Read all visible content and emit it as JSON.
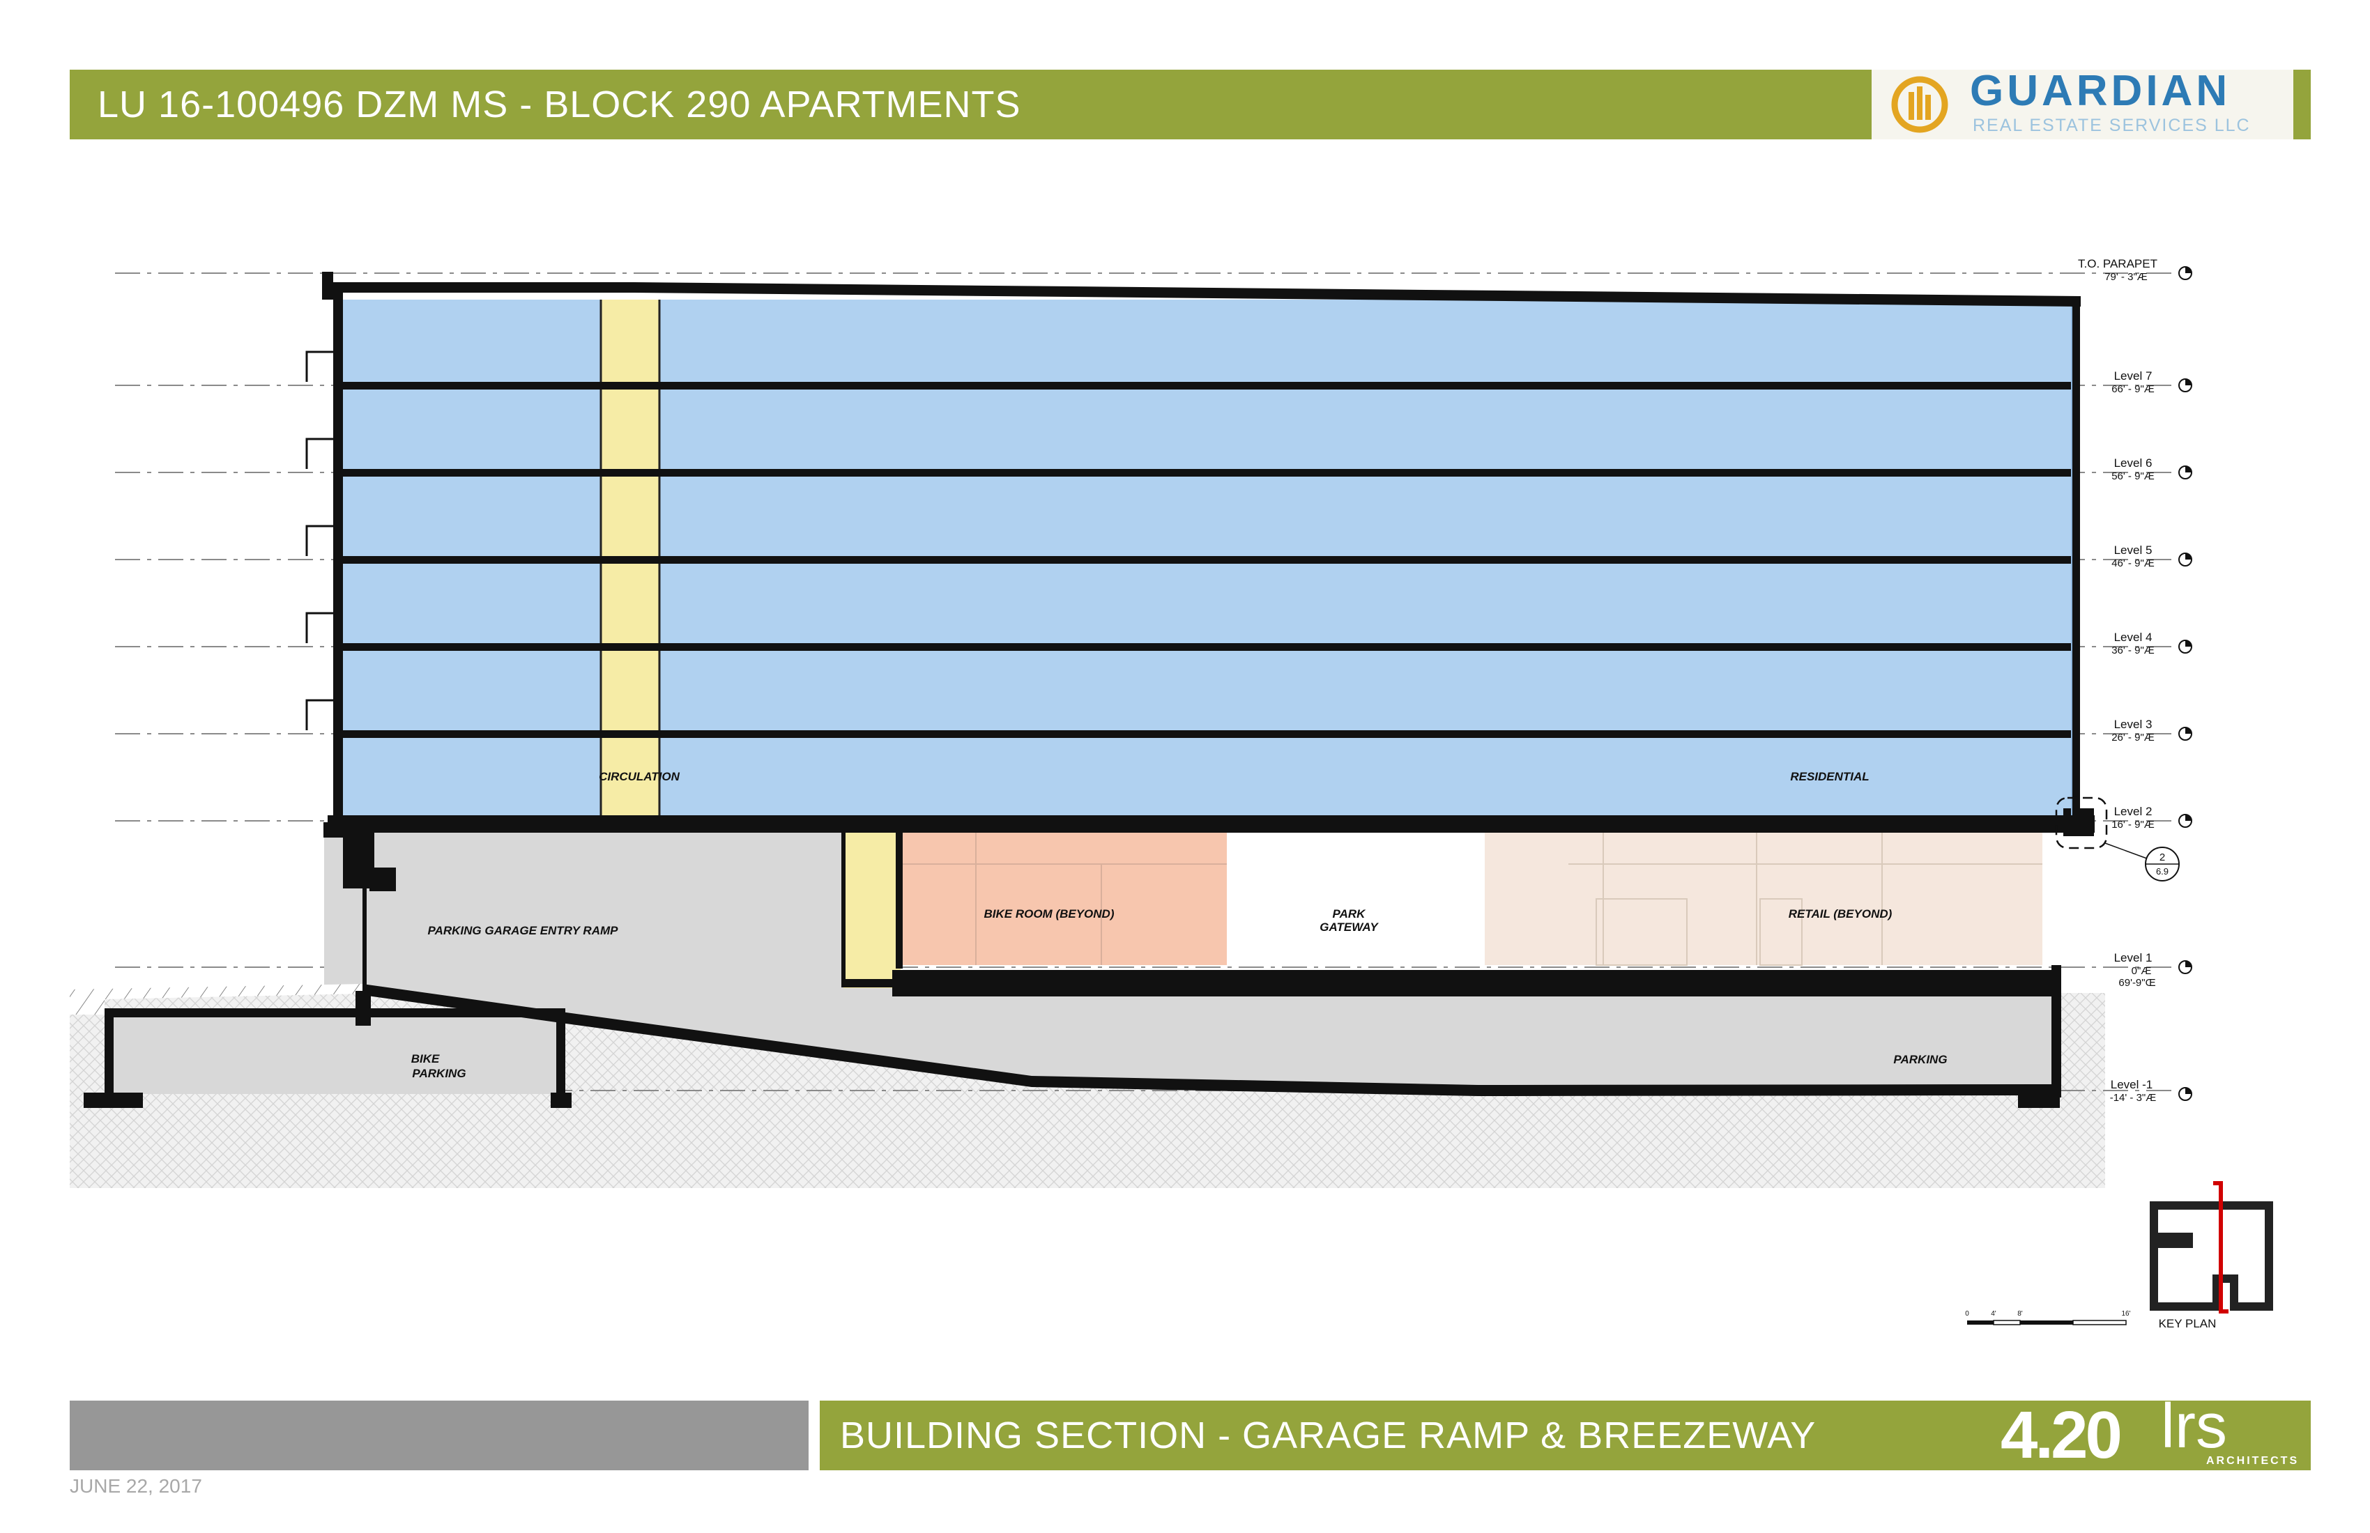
{
  "header": {
    "title": "LU 16-100496 DZM MS  - BLOCK 290 APARTMENTS",
    "logo_name": "GUARDIAN",
    "logo_subtitle": "REAL ESTATE SERVICES LLC"
  },
  "levels": [
    {
      "name": "T.O. PARAPET",
      "elevation": "79' - 3\"Æ"
    },
    {
      "name": "Level 7",
      "elevation": "66' - 9\"Æ"
    },
    {
      "name": "Level 6",
      "elevation": "56' - 9\"Æ"
    },
    {
      "name": "Level 5",
      "elevation": "46' - 9\"Æ"
    },
    {
      "name": "Level 4",
      "elevation": "36' - 9\"Æ"
    },
    {
      "name": "Level 3",
      "elevation": "26' - 9\"Æ"
    },
    {
      "name": "Level 2",
      "elevation": "16' - 9\"Æ"
    },
    {
      "name": "Level 1",
      "elevation": "0\"Æ",
      "elevation_2": "69'-9\"Œ"
    },
    {
      "name": "Level -1",
      "elevation": "-14' - 3\"Æ"
    }
  ],
  "rooms": {
    "circulation": "CIRCULATION",
    "residential": "RESIDENTIAL",
    "garage_ramp": "PARKING GARAGE ENTRY RAMP",
    "bike_room": "BIKE ROOM (BEYOND)",
    "park_gateway_1": "PARK",
    "park_gateway_2": "GATEWAY",
    "retail": "RETAIL (BEYOND)",
    "bike_parking_1": "BIKE",
    "bike_parking_2": "PARKING",
    "parking": "PARKING"
  },
  "detail_callout": {
    "number": "2",
    "sheet": "6.9"
  },
  "scale_bar": {
    "labels": [
      "0",
      "4'",
      "8'",
      "16'"
    ]
  },
  "key_plan": {
    "label": "KEY PLAN"
  },
  "footer": {
    "sheet_title": "BUILDING SECTION - GARAGE RAMP & BREEZEWAY",
    "sheet_number": "4.20",
    "firm_logo": "lrs",
    "firm_subtitle": "ARCHITECTS",
    "date": "JUNE 22, 2017"
  },
  "colors": {
    "residential": "#b0d1f0",
    "circulation": "#f6eca6",
    "bike_room": "#f7c6ae",
    "retail": "#f5e7dd",
    "garage": "#d8d8d8",
    "accent_green": "#94a43c",
    "logo_blue": "#2d7bb5",
    "logo_gold": "#e3a521"
  }
}
